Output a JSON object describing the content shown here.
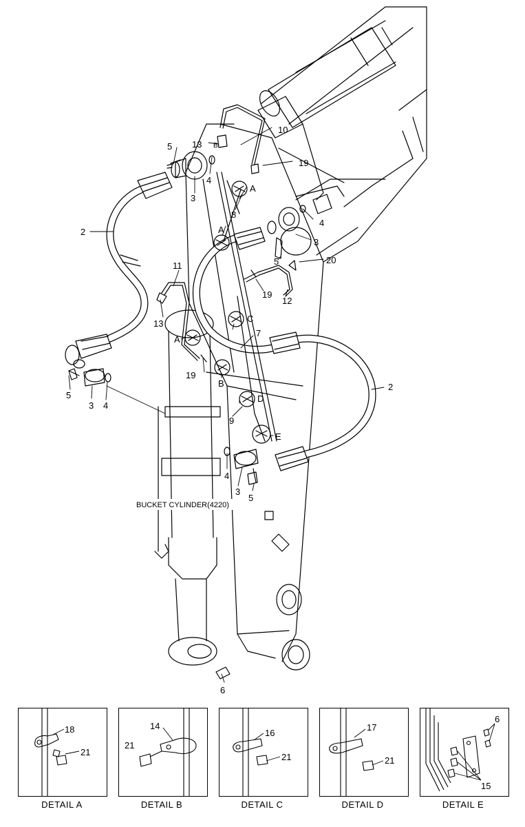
{
  "callouts": {
    "c10": "10",
    "c13a": "13",
    "c5a": "5",
    "c19a": "19",
    "c4a": "4",
    "c3a": "3",
    "cAa": "A",
    "c2a": "2",
    "c8": "8",
    "c4b": "4",
    "cAb": "A",
    "c3b": "3",
    "c5b": "5",
    "c20": "20",
    "c11": "11",
    "c19b": "19",
    "c12": "12",
    "c13b": "13",
    "cC": "C",
    "c7": "7",
    "cAc": "A",
    "c5c": "5",
    "c3c": "3",
    "c4c": "4",
    "c19c": "19",
    "cB": "B",
    "c2b": "2",
    "cD": "D",
    "c9": "9",
    "cE": "E",
    "c4d": "4",
    "c3d": "3",
    "c5d": "5",
    "c6": "6",
    "cBtop": "B"
  },
  "bucket_cylinder_label": "BUCKET CYLINDER(4220)",
  "details": [
    {
      "caption": "DETAIL  A",
      "parts": [
        "18",
        "21"
      ]
    },
    {
      "caption": "DETAIL  B",
      "parts": [
        "14",
        "21"
      ]
    },
    {
      "caption": "DETAIL  C",
      "parts": [
        "16",
        "21"
      ]
    },
    {
      "caption": "DETAIL  D",
      "parts": [
        "17",
        "21"
      ]
    },
    {
      "caption": "DETAIL  E",
      "parts": [
        "6",
        "15"
      ]
    }
  ]
}
